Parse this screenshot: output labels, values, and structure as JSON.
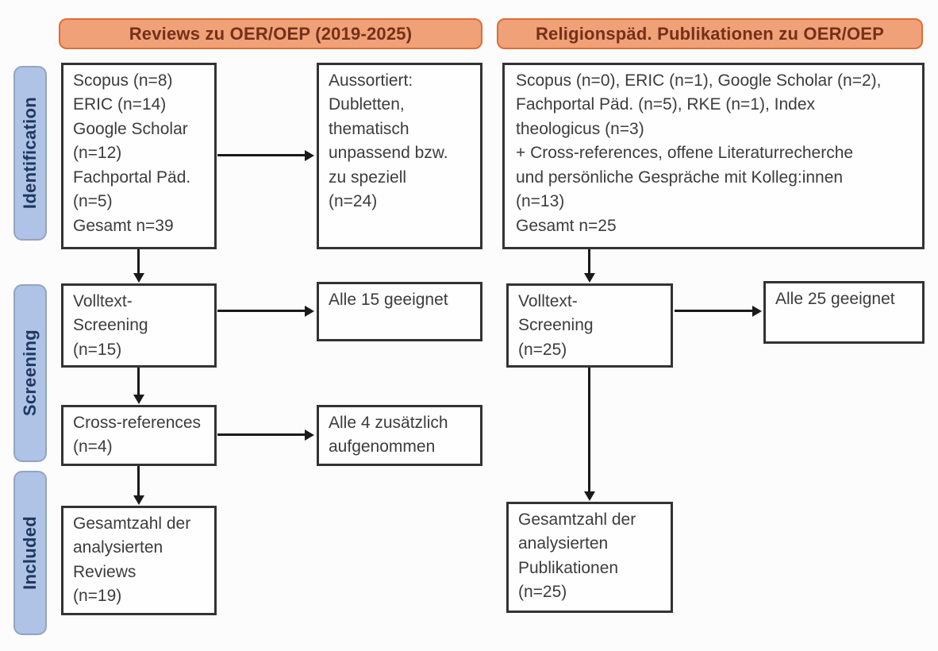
{
  "figure": {
    "colors": {
      "background": "#fcfcfc",
      "header_fill": "#f0a177",
      "header_border": "#dc6e37",
      "header_text": "#74301a",
      "stage_fill": "#aec3e5",
      "stage_border": "#94a3c2",
      "stage_text": "#20385f",
      "box_bg": "#fefefe",
      "box_border": "#333333",
      "box_text": "#3c3c3c",
      "arrow": "#1a1a1a"
    },
    "stage_labels": [
      "Identification",
      "Screening",
      "Included"
    ],
    "left_column": {
      "header": "Reviews zu OER/OEP (2019-2025)",
      "identification_box": "Scopus (n=8)\nERIC (n=14)\nGoogle Scholar\n(n=12)\nFachportal Päd.\n(n=5)\nGesamt n=39",
      "excluded_box": "Aussortiert:\nDubletten,\nthematisch\nunpassend bzw.\nzu speziell\n(n=24)",
      "fulltext_screening_box": "Volltext-\nScreening\n(n=15)",
      "screening_result_box": "Alle 15 geeignet",
      "cross_references_box": "Cross-references\n(n=4)",
      "cross_references_result_box": "Alle 4 zusätzlich\naufgenommen",
      "included_box": "Gesamtzahl der\nanalysierten\nReviews\n(n=19)"
    },
    "right_column": {
      "header": "Religionspäd. Publikationen zu OER/OEP",
      "identification_box": "Scopus (n=0), ERIC (n=1), Google Scholar (n=2),\nFachportal Päd. (n=5), RKE (n=1), Index\ntheologicus (n=3)\n+ Cross-references, offene Literaturrecherche\nund persönliche Gespräche mit Kolleg:innen\n(n=13)\nGesamt n=25",
      "fulltext_screening_box": "Volltext-\nScreening\n(n=25)",
      "screening_result_box": "Alle 25 geeignet",
      "included_box": "Gesamtzahl der\nanalysierten\nPublikationen\n(n=25)"
    }
  }
}
